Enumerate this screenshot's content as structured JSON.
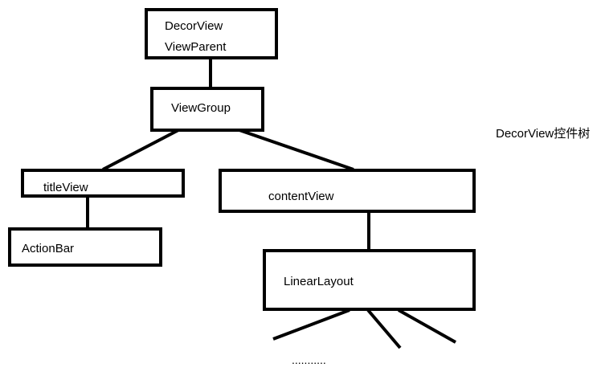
{
  "caption": "DecorView控件树",
  "ellipsis": "...........",
  "nodes": {
    "decorview": {
      "line1": "DecorView",
      "line2": "ViewParent"
    },
    "viewgroup": "ViewGroup",
    "titleview": "titleView",
    "actionbar": "ActionBar",
    "contentview": "contentView",
    "linearlayout": "LinearLayout"
  }
}
